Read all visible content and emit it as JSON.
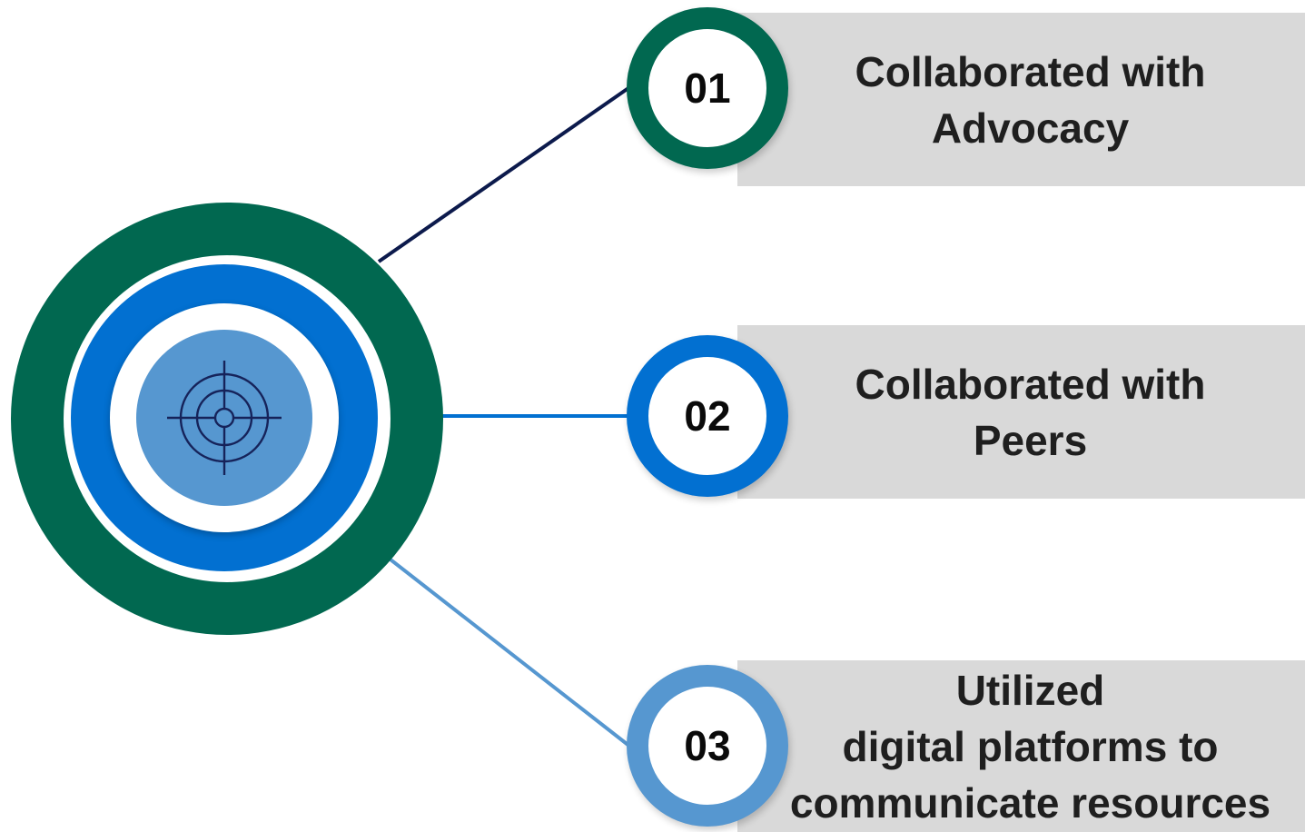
{
  "diagram": {
    "colors": {
      "green": "#016850",
      "blue": "#0270d1",
      "light_blue": "#5697d0",
      "navy": "#0c1a4c",
      "card_gray": "#d9d9d9"
    },
    "center_icon": "crosshair-target-icon",
    "items": [
      {
        "number": "01",
        "label": "Collaborated with\nAdvocacy"
      },
      {
        "number": "02",
        "label": "Collaborated with\nPeers"
      },
      {
        "number": "03",
        "label": "Utilized\ndigital platforms to\ncommunicate resources"
      }
    ]
  }
}
